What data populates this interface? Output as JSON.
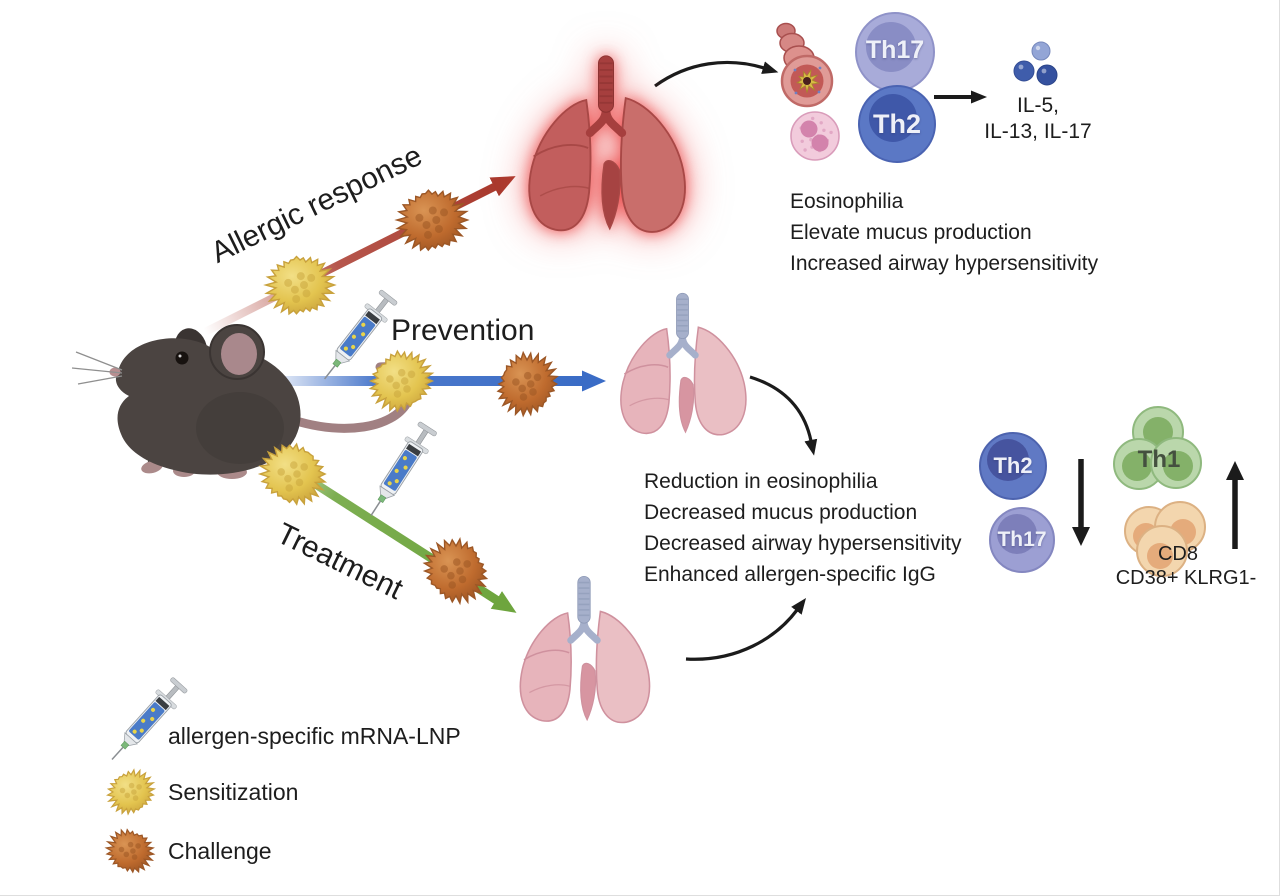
{
  "pathways": {
    "allergic": {
      "label": "Allergic response",
      "arrow_color": "#a9392d"
    },
    "prevention": {
      "label": "Prevention",
      "arrow_color": "#3a6cc6"
    },
    "treatment": {
      "label": "Treatment",
      "arrow_color": "#6ea53e"
    }
  },
  "allergic_outcome": {
    "cells": [
      {
        "name": "Th17"
      },
      {
        "name": "Th2"
      }
    ],
    "cytokines_line1": "IL-5,",
    "cytokines_line2": "IL-13, IL-17",
    "effects": [
      "Eosinophilia",
      "Elevate mucus production",
      "Increased airway hypersensitivity"
    ]
  },
  "treated_outcome": {
    "effects": [
      "Reduction in eosinophilia",
      "Decreased mucus production",
      "Decreased airway hypersensitivity",
      "Enhanced allergen-specific IgG"
    ],
    "decreased": {
      "direction": "down",
      "cells": [
        {
          "name": "Th2"
        },
        {
          "name": "Th17"
        }
      ]
    },
    "increased": {
      "direction": "up",
      "cells": [
        {
          "name": "Th1"
        },
        {
          "name": "CD8",
          "subtext": "CD38+ KLRG1-"
        }
      ]
    }
  },
  "legend": {
    "items": [
      {
        "icon": "syringe-icon",
        "label": "allergen-specific mRNA-LNP"
      },
      {
        "icon": "sensitization-allergen-icon",
        "label": "Sensitization"
      },
      {
        "icon": "challenge-allergen-icon",
        "label": "Challenge"
      }
    ]
  },
  "colors": {
    "sensitization": "#e3c44f",
    "challenge": "#bf6b2e",
    "allergic_arrow": "#a9392d",
    "prevention_arrow": "#3a6cc6",
    "treatment_arrow": "#6ea53e",
    "inflamed_lung": "#c4605f",
    "healthy_lung": "#e8b6bd",
    "th2_cell": "#5b78c4",
    "th17_cell": "#a0a3d6",
    "th1_cell": "#b9d7aa",
    "cd8_cell": "#f3d6ae"
  }
}
